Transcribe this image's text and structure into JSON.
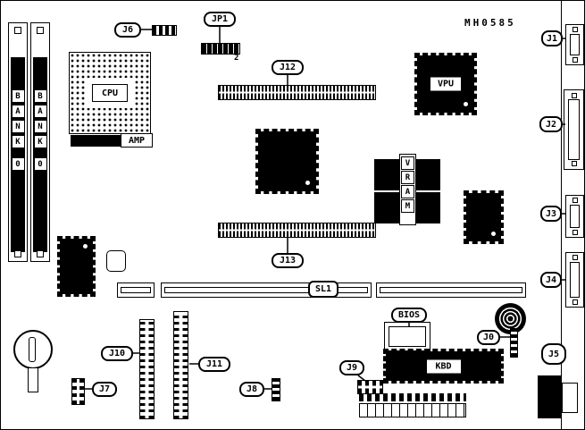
{
  "board": {
    "part_number": "MH0585"
  },
  "chips": {
    "cpu": "CPU",
    "amp": "AMP",
    "vpu": "VPU",
    "bios": "BIOS",
    "kbd": "KBD"
  },
  "memory": {
    "bank_letters": [
      "B",
      "A",
      "N",
      "K",
      "0"
    ]
  },
  "vram": {
    "letters": [
      "V",
      "R",
      "A",
      "M"
    ]
  },
  "slot": {
    "label": "SL1"
  },
  "connectors": {
    "j0": "J0",
    "j1": "J1",
    "j2": "J2",
    "j3": "J3",
    "j4": "J4",
    "j5": "J5",
    "j6": "J6",
    "j7": "J7",
    "j8": "J8",
    "j9": "J9",
    "j10": "J10",
    "j11": "J11",
    "j12": "J12",
    "j13": "J13",
    "jp1": "JP1",
    "jp1_pin": "2"
  }
}
